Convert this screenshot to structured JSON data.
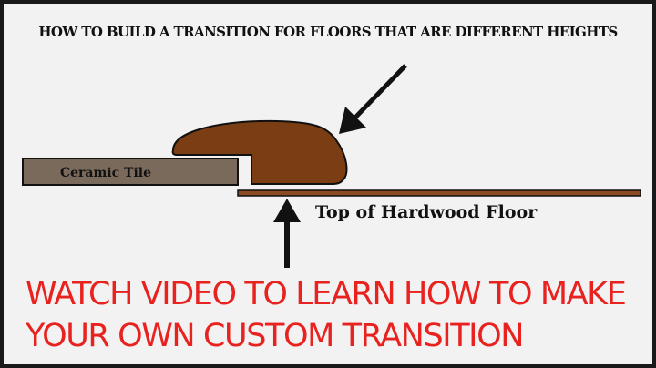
{
  "title": "HOW TO BUILD A TRANSITION FOR FLOORS THAT ARE DIFFERENT HEIGHTS",
  "labels": {
    "ceramic_tile": "Ceramic Tile",
    "hardwood_floor": "Top of Hardwood Floor"
  },
  "call_to_action": {
    "line1": "WATCH VIDEO TO LEARN HOW TO MAKE",
    "line2": "YOUR OWN CUSTOM TRANSITION"
  },
  "colors": {
    "background": "#f2f2f2",
    "border": "#1a1a1a",
    "tile_fill": "#7a6a5b",
    "transition_fill": "#7a3d14",
    "hardwood_fill": "#8a4a22",
    "outline": "#111111",
    "arrow": "#111111",
    "cta_text": "#e8221f"
  }
}
